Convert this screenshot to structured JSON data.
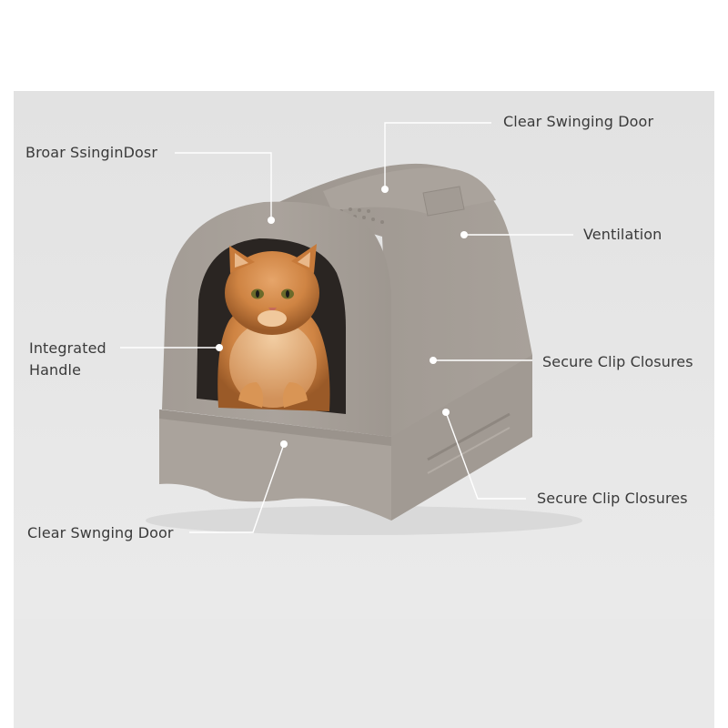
{
  "image": {
    "background_color": "#e6e6e6",
    "product_color": "#a69f98",
    "subject": "covered cat litter box with cat in doorway"
  },
  "callouts": {
    "top_left": "Broar SsinginDosr",
    "top_right": "Clear Swinging Door",
    "right_upper": "Ventilation",
    "left_middle": "Integrated Handle",
    "right_middle": "Secure Clip Closures",
    "right_lower": "Secure Clip Closures",
    "bottom_left": "Clear Swnging Door"
  }
}
